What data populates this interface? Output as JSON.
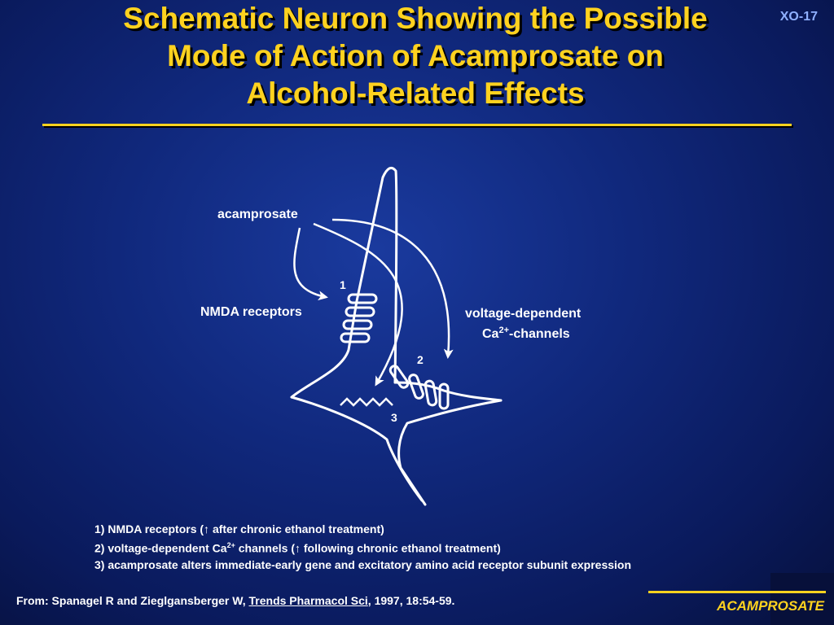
{
  "slide": {
    "code": "XO-17",
    "title_lines": [
      "Schematic Neuron Showing the Possible",
      "Mode of Action of Acamprosate on",
      "Alcohol-Related Effects"
    ]
  },
  "diagram": {
    "labels": {
      "acamprosate": "acamprosate",
      "nmda": "NMDA receptors",
      "vdcc_line1": "voltage-dependent",
      "vdcc_line2_pre": "Ca",
      "vdcc_line2_sup": "2+",
      "vdcc_line2_post": "-channels",
      "num1": "1",
      "num2": "2",
      "num3": "3"
    }
  },
  "notes": {
    "line1": "1) NMDA receptors (↑ after chronic ethanol treatment)",
    "line2_pre": "2) voltage-dependent Ca",
    "line2_sup": "2+",
    "line2_post": " channels (↑ following chronic ethanol treatment)",
    "line3": "3) acamprosate alters immediate-early gene and excitatory amino acid receptor subunit expression"
  },
  "source": {
    "prefix": "From: Spanagel R and Zieglgansberger W, ",
    "journal": "Trends Pharmacol Sci",
    "suffix": ", 1997, 18:54-59."
  },
  "brand": "ACAMPROSATE",
  "colors": {
    "title": "#ffd21f",
    "text": "#ffffff",
    "background": "#10287c"
  }
}
